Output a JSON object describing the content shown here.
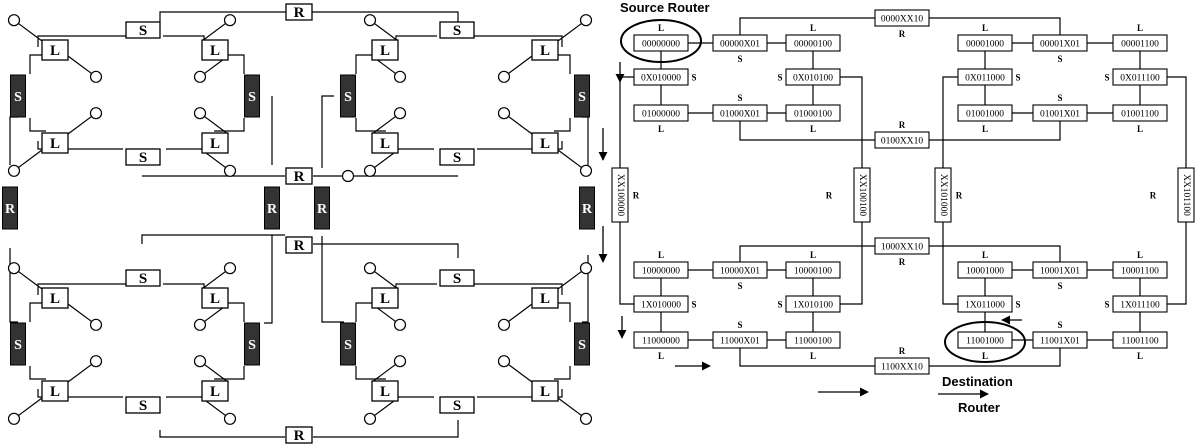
{
  "left": {
    "router_label": "R",
    "switch_label": "S",
    "leaf_label": "L"
  },
  "right": {
    "router_label": "R",
    "switch_label": "S",
    "leaf_label": "L",
    "source_label": "Source Router",
    "destination_label_1": "Destination",
    "destination_label_2": "Router",
    "nodes": {
      "n00000000": "00000000",
      "n00000X01": "00000X01",
      "n00000100": "00000100",
      "n0000XX10": "0000XX10",
      "n00001000": "00001000",
      "n00001X01": "00001X01",
      "n00001100": "00001100",
      "n0X010000": "0X010000",
      "n0X010100": "0X010100",
      "n0X011000": "0X011000",
      "n0X011100": "0X011100",
      "n01000000": "01000000",
      "n01000X01": "01000X01",
      "n01000100": "01000100",
      "n01001000": "01001000",
      "n01001X01": "01001X01",
      "n01001100": "01001100",
      "n0100XX10": "0100XX10",
      "nXX100000": "XX100000",
      "nXX100100": "XX100100",
      "nXX101000": "XX101000",
      "nXX101100": "XX101100",
      "n1000XX10": "1000XX10",
      "n10000000": "10000000",
      "n10000X01": "10000X01",
      "n10000100": "10000100",
      "n10001000": "10001000",
      "n10001X01": "10001X01",
      "n10001100": "10001100",
      "n1X010000": "1X010000",
      "n1X010100": "1X010100",
      "n1X011000": "1X011000",
      "n1X011100": "1X011100",
      "n11000000": "11000000",
      "n11000X01": "11000X01",
      "n11000100": "11000100",
      "n11001000": "11001000",
      "n11001X01": "11001X01",
      "n11001100": "11001100",
      "n1100XX10": "1100XX10"
    }
  }
}
